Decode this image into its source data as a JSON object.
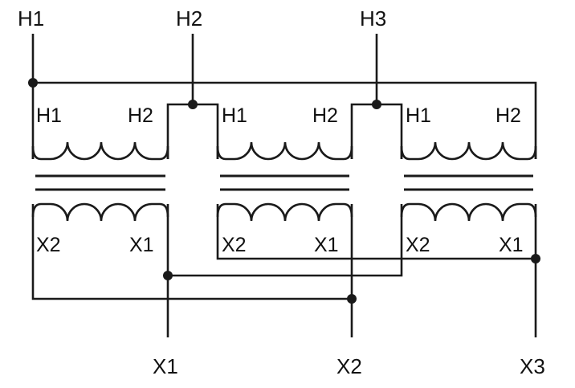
{
  "terminals": {
    "primary": [
      "H1",
      "H2",
      "H3"
    ],
    "secondary": [
      "X1",
      "X2",
      "X3"
    ]
  },
  "transformers": [
    {
      "primary": {
        "left": "H1",
        "right": "H2"
      },
      "secondary": {
        "left": "X2",
        "right": "X1"
      }
    },
    {
      "primary": {
        "left": "H1",
        "right": "H2"
      },
      "secondary": {
        "left": "X2",
        "right": "X1"
      }
    },
    {
      "primary": {
        "left": "H1",
        "right": "H2"
      },
      "secondary": {
        "left": "X2",
        "right": "X1"
      }
    }
  ],
  "colors": {
    "line": "#1a1a1a",
    "background": "#ffffff"
  }
}
